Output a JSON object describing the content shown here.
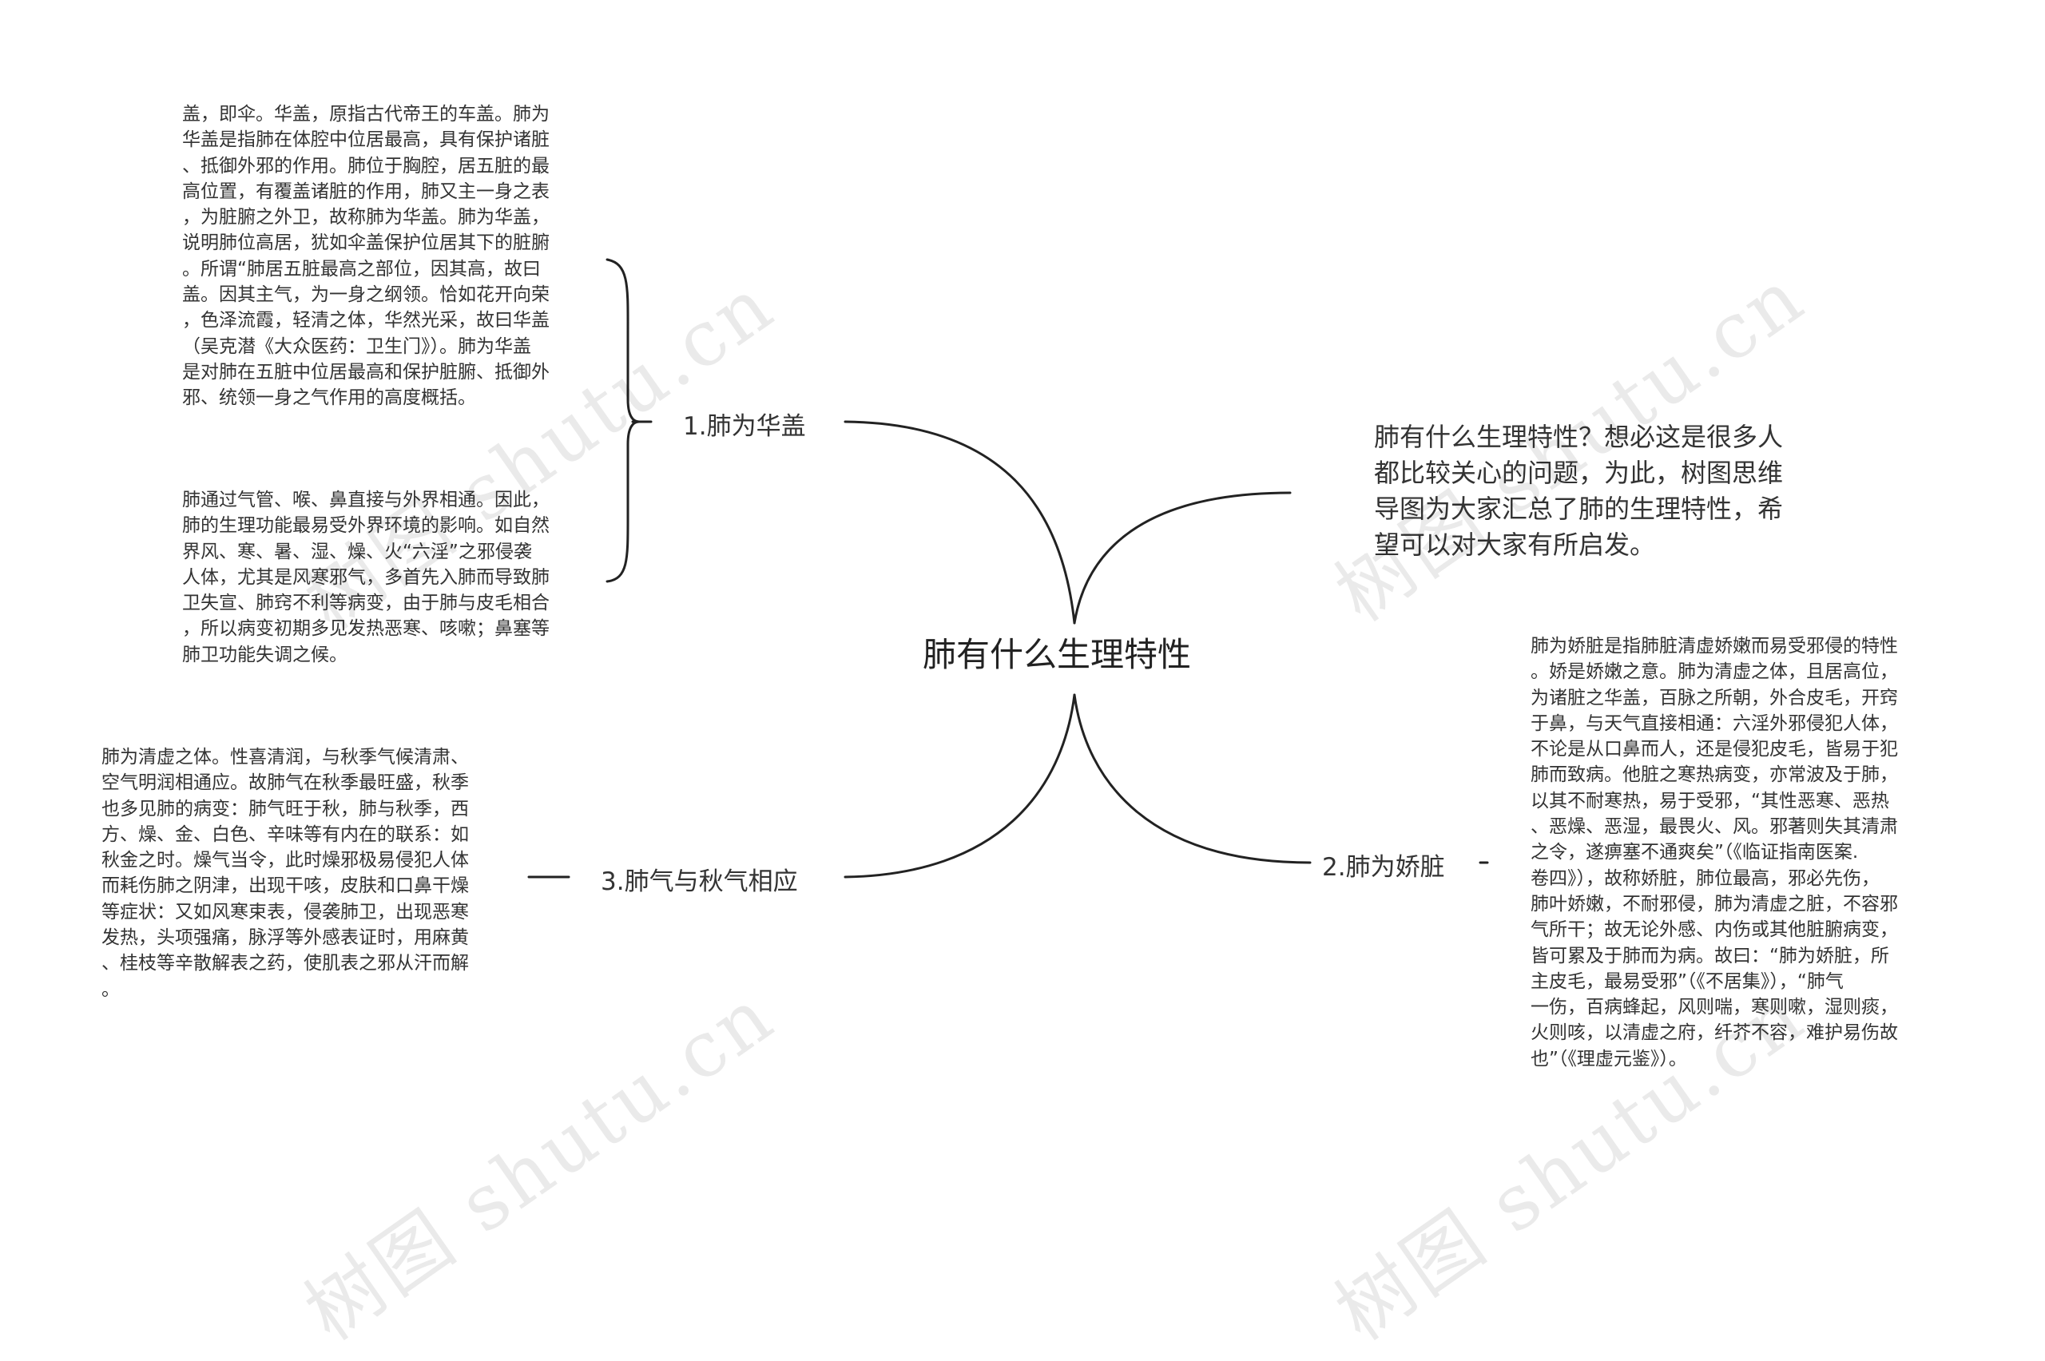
{
  "center": {
    "title": "肺有什么生理特性"
  },
  "intro": {
    "text": "肺有什么生理特性？想必这是很多人都比较关心的问题，为此，树图思维导图为大家汇总了肺的生理特性，希望可以对大家有所启发。"
  },
  "branches": [
    {
      "label": "1.肺为华盖"
    },
    {
      "label": "2.肺为娇脏"
    },
    {
      "label": "3.肺气与秋气相应"
    }
  ],
  "leaves": {
    "huagai_1": "盖，即伞。华盖，原指古代帝王的车盖。肺为\n华盖是指肺在体腔中位居最高，具有保护诸脏\n、抵御外邪的作用。肺位于胸腔，居五脏的最\n高位置，有覆盖诸脏的作用，肺又主一身之表\n，为脏腑之外卫，故称肺为华盖。肺为华盖，\n说明肺位高居，犹如伞盖保护位居其下的脏腑\n。所谓“肺居五脏最高之部位，因其高，故曰\n盖。因其主气，为一身之纲领。恰如花开向荣\n，色泽流霞，轻清之体，华然光采，故曰华盖\n（吴克潜《大众医药：卫生门》）。肺为华盖\n是对肺在五脏中位居最高和保护脏腑、抵御外\n邪、统领一身之气作用的高度概括。",
    "huagai_2": "肺通过气管、喉、鼻直接与外界相通。因此，\n肺的生理功能最易受外界环境的影响。如自然\n界风、寒、暑、湿、燥、火“六淫”之邪侵袭\n人体，尤其是风寒邪气，多首先入肺而导致肺\n卫失宣、肺窍不利等病变，由于肺与皮毛相合\n，所以病变初期多见发热恶寒、咳嗽；鼻塞等\n肺卫功能失调之候。",
    "jiaozang": "肺为娇脏是指肺脏清虚娇嫩而易受邪侵的特性\n。娇是娇嫩之意。肺为清虚之体，且居高位，\n为诸脏之华盖，百脉之所朝，外合皮毛，开窍\n于鼻，与天气直接相通：六淫外邪侵犯人体，\n不论是从口鼻而人，还是侵犯皮毛，皆易于犯\n肺而致病。他脏之寒热病变，亦常波及于肺，\n以其不耐寒热，易于受邪，“其性恶寒、恶热\n、恶燥、恶湿，最畏火、风。邪著则失其清肃\n之令，遂痹塞不通爽矣”（《临证指南医案.\n卷四》），故称娇脏，肺位最高，邪必先伤，\n肺叶娇嫩，不耐邪侵，肺为清虚之脏，不容邪\n气所干；故无论外感、内伤或其他脏腑病变，\n皆可累及于肺而为病。故曰：“肺为娇脏，所\n主皮毛，最易受邪”（《不居集》），“肺气\n一伤，百病蜂起，风则喘，寒则嗽，湿则痰，\n火则咳，以清虚之府，纤芥不容，难护易伤故\n也”（《理虚元鉴》）。",
    "qiuqi": "肺为清虚之体。性喜清润，与秋季气候清肃、\n空气明润相通应。故肺气在秋季最旺盛，秋季\n也多见肺的病变：肺气旺于秋，肺与秋季，西\n方、燥、金、白色、辛味等有内在的联系：如\n秋金之时。燥气当令，此时燥邪极易侵犯人体\n而耗伤肺之阴津，出现干咳，皮肤和口鼻干燥\n等症状：又如风寒束表，侵袭肺卫，出现恶寒\n发热，头项强痛，脉浮等外感表证时，用麻黄\n、桂枝等辛散解表之药，使肌表之邪从汗而解\n。"
  },
  "watermarks": [
    "树图 shutu.cn",
    "树图 shutu.cn",
    "树图 shutu.cn",
    "树图 shutu.cn"
  ]
}
